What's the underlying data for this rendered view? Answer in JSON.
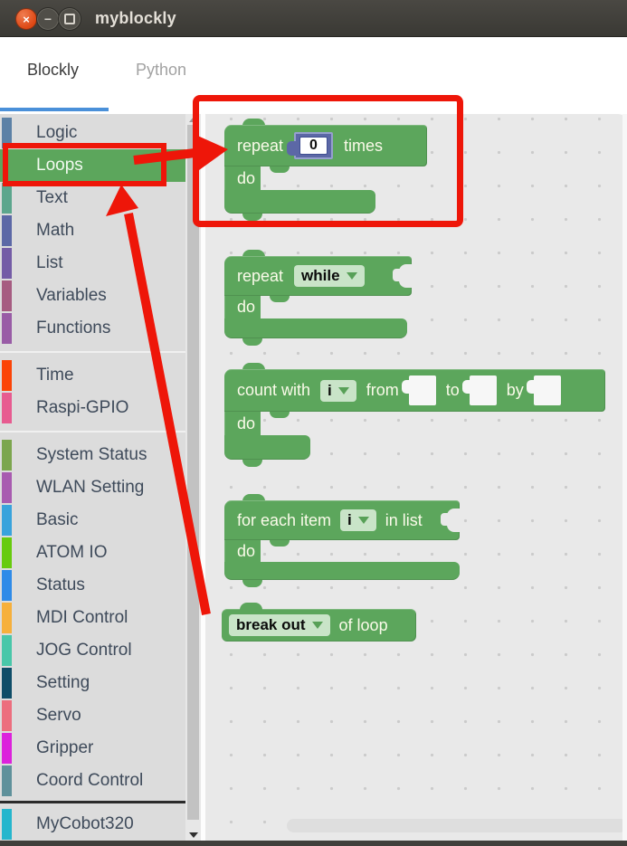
{
  "window": {
    "title": "myblockly",
    "controls": {
      "close_glyph": "×",
      "minimize_glyph": "−",
      "maximize_glyph": "▢"
    }
  },
  "tabs": [
    {
      "label": "Blockly",
      "active": true
    },
    {
      "label": "Python",
      "active": false
    }
  ],
  "accent": {
    "tab_underline": "#4a90d9",
    "block_green": "#5ca65c",
    "number_block_blue": "#5c68a6",
    "annotation_red": "#ee1609"
  },
  "sidebar": {
    "selected": "Loops",
    "items": [
      {
        "label": "Logic",
        "color": "#5c81a6"
      },
      {
        "label": "Loops",
        "color": "#5ca65c"
      },
      {
        "label": "Text",
        "color": "#5ca68d"
      },
      {
        "label": "Math",
        "color": "#5c68a6"
      },
      {
        "label": "List",
        "color": "#745ca6"
      },
      {
        "label": "Variables",
        "color": "#a65c81"
      },
      {
        "label": "Functions",
        "color": "#995ca6"
      },
      {
        "type": "separator"
      },
      {
        "label": "Time",
        "color": "#fb4407"
      },
      {
        "label": "Raspi-GPIO",
        "color": "#e75b90"
      },
      {
        "type": "separator"
      },
      {
        "label": "System Status",
        "color": "#7ca64e"
      },
      {
        "label": "WLAN Setting",
        "color": "#a85bb0"
      },
      {
        "label": "Basic",
        "color": "#39a3dc"
      },
      {
        "label": "ATOM IO",
        "color": "#67cb0e"
      },
      {
        "label": "Status",
        "color": "#2f8be8"
      },
      {
        "label": "MDI Control",
        "color": "#f6b03c"
      },
      {
        "label": "JOG Control",
        "color": "#49c7a9"
      },
      {
        "label": "Setting",
        "color": "#0f4d68"
      },
      {
        "label": "Servo",
        "color": "#ec6e7e"
      },
      {
        "label": "Gripper",
        "color": "#dc22dc"
      },
      {
        "label": "Coord Control",
        "color": "#5f919b"
      },
      {
        "type": "separator",
        "strong": true
      },
      {
        "label": "MyCobot320",
        "color": "#25b6cd"
      }
    ]
  },
  "workspace": {
    "blocks": [
      {
        "name": "repeat-times",
        "text_repeat": "repeat",
        "value": "0",
        "text_times": "times",
        "text_do": "do"
      },
      {
        "name": "repeat-while",
        "text_repeat": "repeat",
        "dropdown": "while",
        "text_do": "do"
      },
      {
        "name": "count-with",
        "text_count": "count with",
        "dropdown": "i",
        "text_from": "from",
        "text_to": "to",
        "text_by": "by",
        "text_do": "do"
      },
      {
        "name": "for-each",
        "text_for": "for each item",
        "dropdown": "i",
        "text_inlist": "in list",
        "text_do": "do"
      },
      {
        "name": "break-out",
        "dropdown": "break out",
        "text_of": "of loop"
      }
    ]
  }
}
